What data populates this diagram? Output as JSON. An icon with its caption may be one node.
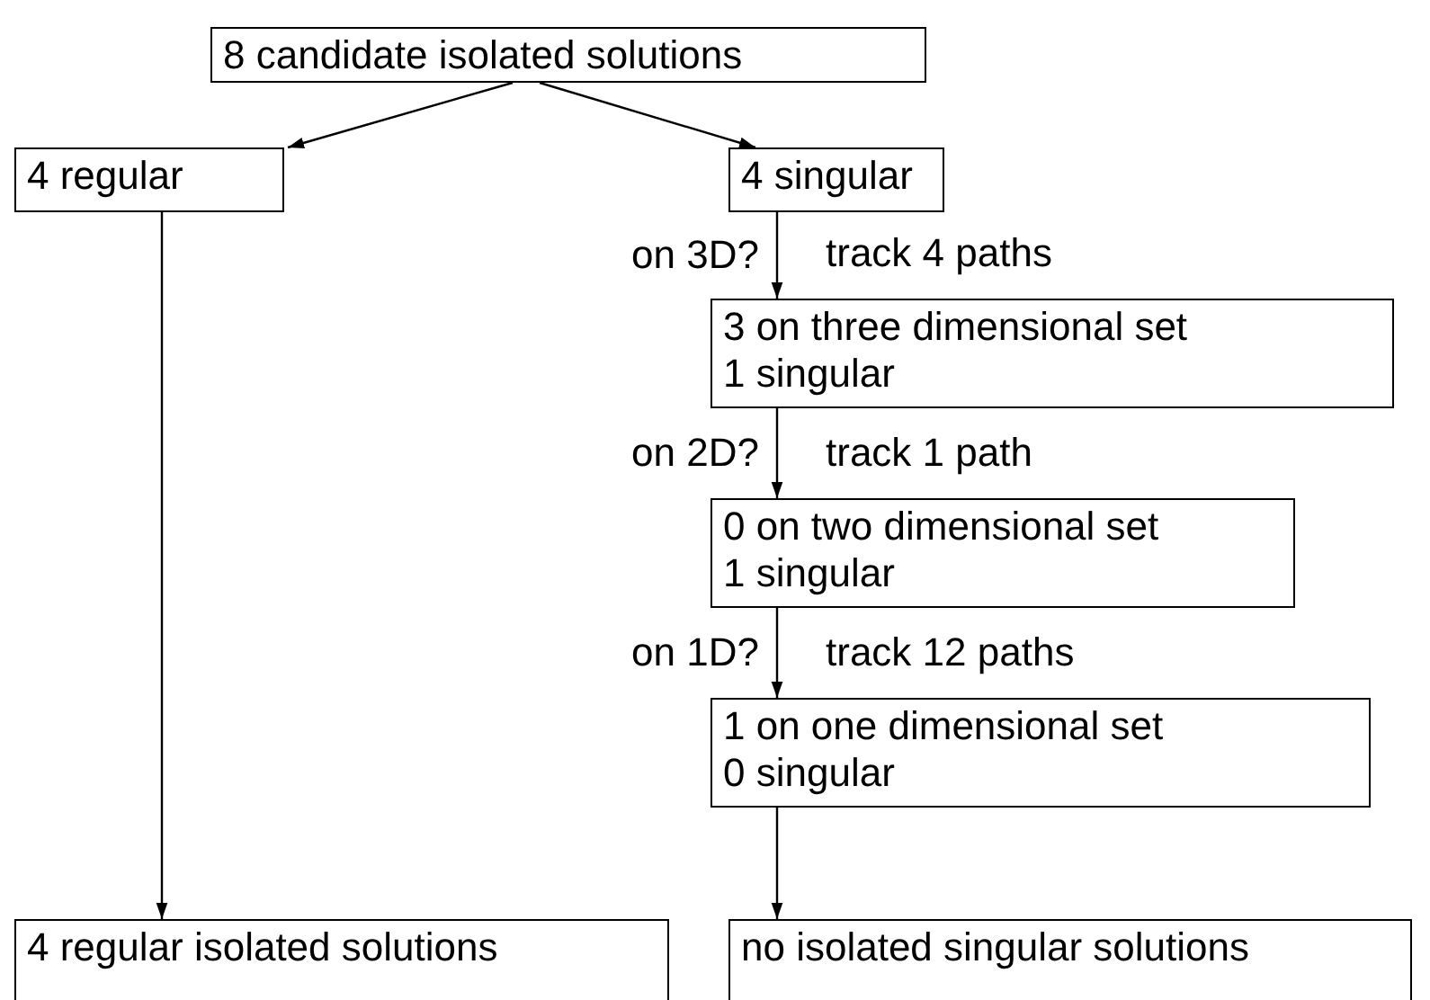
{
  "diagram": {
    "nodes": [
      {
        "text": [
          "8 candidate isolated solutions"
        ]
      },
      {
        "text": [
          "4 regular"
        ]
      },
      {
        "text": [
          "4 singular"
        ]
      },
      {
        "text": [
          "3 on three dimensional set",
          "1 singular"
        ]
      },
      {
        "text": [
          "0 on two dimensional set",
          "1 singular"
        ]
      },
      {
        "text": [
          "1 on one dimensional set",
          "0 singular"
        ]
      },
      {
        "text": [
          "4 regular isolated solutions"
        ]
      },
      {
        "text": [
          "no isolated singular solutions"
        ]
      }
    ],
    "edges": [
      {
        "from": 0,
        "to": 1,
        "arrow": "to"
      },
      {
        "from": 0,
        "to": 2,
        "arrow": "to"
      },
      {
        "from": 1,
        "to": 6,
        "arrow": "to"
      },
      {
        "from": 2,
        "to": 3,
        "arrow": "to",
        "label": "on 3D?"
      },
      {
        "from": 3,
        "to": 4,
        "arrow": "to",
        "label": "on 2D?"
      },
      {
        "from": 4,
        "to": 5,
        "arrow": "to",
        "label": "on 1D?"
      },
      {
        "from": 5,
        "to": 7,
        "arrow": "to"
      }
    ],
    "labels": [
      "track 4 paths",
      "track 1 path",
      "track 12 paths"
    ]
  }
}
